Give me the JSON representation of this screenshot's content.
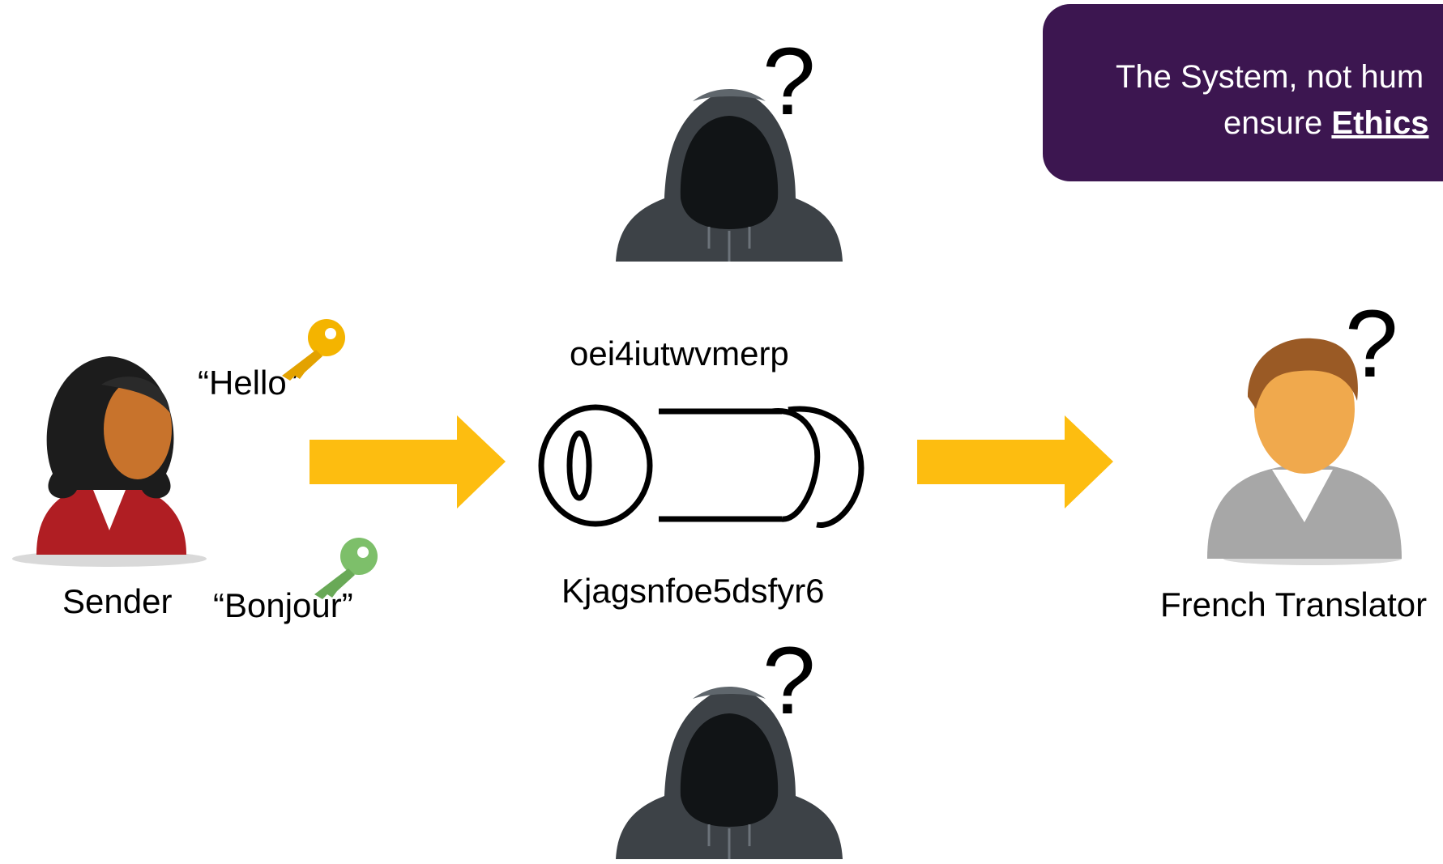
{
  "callout": {
    "line1": "The System, not hum",
    "line2_prefix": "ensure ",
    "line2_bold": "Ethics",
    "bg": "#3c1650"
  },
  "sender": {
    "label": "Sender"
  },
  "receiver": {
    "label": "French Translator"
  },
  "messages": {
    "plaintext": "“Hello”",
    "translated": "“Bonjour”"
  },
  "ciphertexts": {
    "top": "oei4iutwvmerp",
    "bottom": "Kjagsnfoe5dsfyr6"
  },
  "question_mark": "?",
  "icons": [
    "sender-avatar-icon",
    "receiver-avatar-icon",
    "hacker-icon",
    "key-icon",
    "pipe-icon",
    "arrow-icon"
  ],
  "colors": {
    "arrow": "#fdbd10",
    "key_gold": "#f4b400",
    "key_green": "#7dbf6a",
    "hacker": "#3d4247"
  }
}
